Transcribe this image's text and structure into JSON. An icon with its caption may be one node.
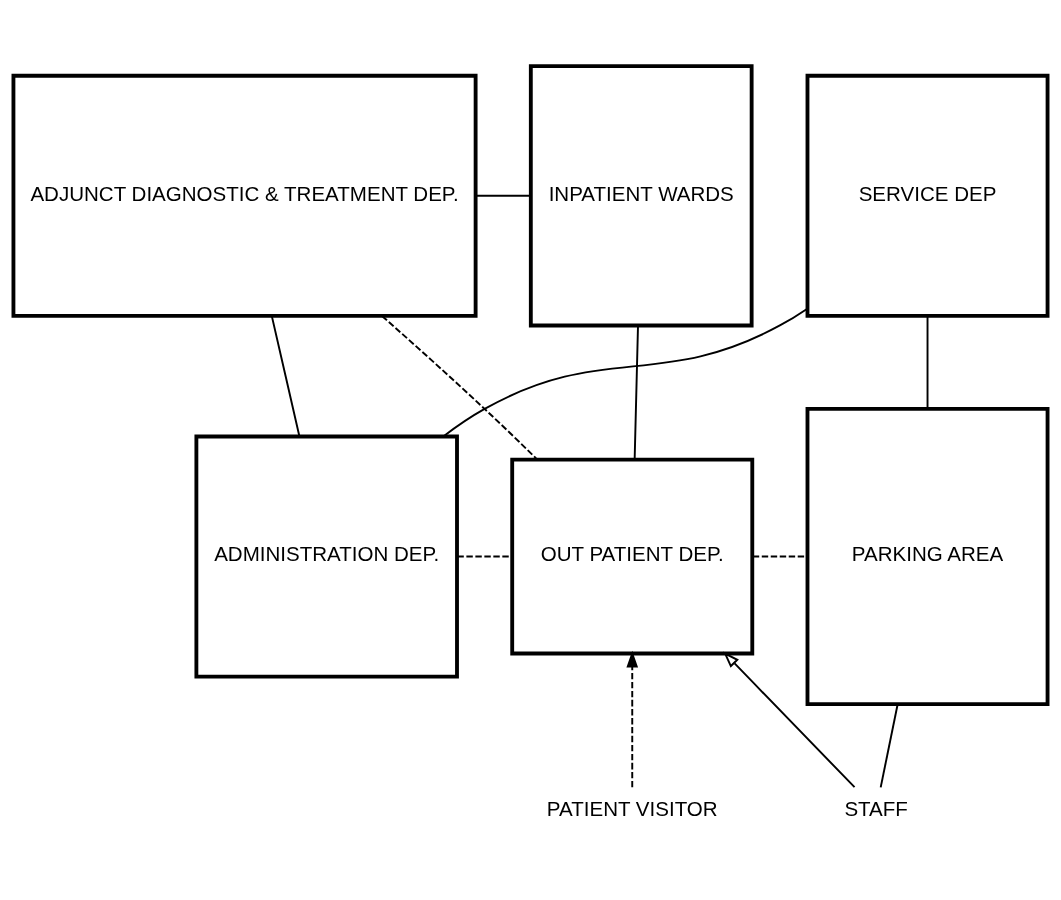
{
  "diagram": {
    "nodes": [
      {
        "text": [
          "ADJUNCT DIAGNOSTIC & TREATMENT DEP."
        ]
      },
      {
        "text": [
          "INPATIENT WARDS"
        ]
      },
      {
        "text": [
          "SERVICE DEP"
        ]
      },
      {
        "text": [
          "ADMINISTRATION DEP."
        ]
      },
      {
        "text": [
          "OUT PATIENT DEP."
        ]
      },
      {
        "text": [
          "PARKING AREA"
        ]
      },
      {
        "text": [
          "PATIENT VISITOR"
        ]
      },
      {
        "text": [
          "STAFF"
        ]
      }
    ],
    "edges": [
      {
        "from": 0,
        "to": 1,
        "arrow": "none"
      },
      {
        "from": 0,
        "to": 3,
        "arrow": "none"
      },
      {
        "from": 3,
        "to": 2,
        "arrow": "none"
      },
      {
        "from": 2,
        "to": 5,
        "arrow": "none"
      },
      {
        "from": 1,
        "to": 4,
        "arrow": "none"
      },
      {
        "from": 5,
        "to": 7,
        "arrow": "none"
      },
      {
        "from": 0,
        "to": 4,
        "arrow": "none",
        "style": "dashed"
      },
      {
        "from": 3,
        "to": 4,
        "arrow": "none",
        "style": "dashed"
      },
      {
        "from": 4,
        "to": 5,
        "arrow": "none",
        "style": "dashed"
      },
      {
        "from": 6,
        "to": 4,
        "arrow": "to",
        "style": "dashed"
      },
      {
        "from": 7,
        "to": 4,
        "arrow": "to"
      }
    ]
  }
}
